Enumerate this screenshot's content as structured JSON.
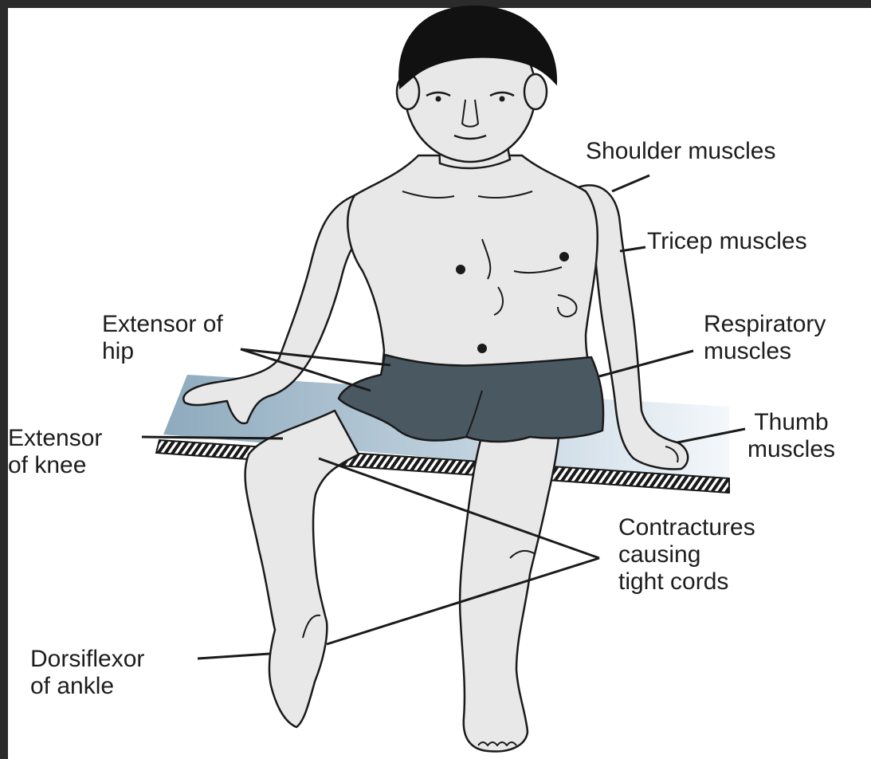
{
  "diagram": {
    "labels": {
      "shoulder": {
        "lines": [
          "Shoulder muscles"
        ]
      },
      "tricep": {
        "lines": [
          "Tricep muscles"
        ]
      },
      "respiratory": {
        "lines": [
          "Respiratory",
          "muscles"
        ]
      },
      "thumb": {
        "lines": [
          "Thumb",
          "muscles"
        ]
      },
      "contractures": {
        "lines": [
          "Contractures",
          "causing",
          "tight cords"
        ]
      },
      "extensor_hip": {
        "lines": [
          "Extensor of",
          "hip"
        ]
      },
      "extensor_knee": {
        "lines": [
          "Extensor",
          "of knee"
        ]
      },
      "dorsiflexor": {
        "lines": [
          "Dorsiflexor",
          "of ankle"
        ]
      }
    },
    "colors": {
      "frame": "#2b2b2b",
      "skin": "#e8e8e8",
      "hair": "#111111",
      "shorts": "#4a5862",
      "bench_top": "#9fb7c9",
      "outline": "#1a1a1a"
    }
  }
}
